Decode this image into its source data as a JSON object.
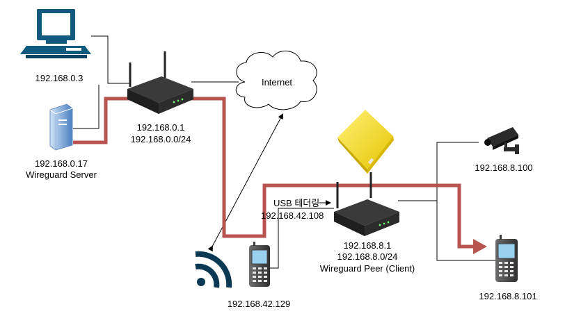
{
  "nodes": {
    "pc": {
      "ip": "192.168.0.3"
    },
    "server": {
      "ip": "192.168.0.17",
      "role": "Wireguard Server"
    },
    "main_router": {
      "ip": "192.168.0.1",
      "subnet": "192.168.0.0/24"
    },
    "internet": {
      "label": "Internet"
    },
    "tethering": {
      "label": "USB 테더링",
      "ip": "192.168.42.108"
    },
    "peer_router": {
      "ip": "192.168.8.1",
      "subnet": "192.168.8.0/24",
      "role": "Wireguard Peer (Client)"
    },
    "camera": {
      "ip": "192.168.8.100"
    },
    "phone_left": {
      "ip": "192.168.42.129"
    },
    "phone_right": {
      "ip": "192.168.8.101"
    }
  },
  "colors": {
    "tunnel": "#b85450",
    "line": "#000000",
    "device_dark": "#2b2b2b",
    "pc_blue": "#0f5a7e",
    "yellow_router": "#f5de23",
    "wifi": "#0b3954"
  }
}
